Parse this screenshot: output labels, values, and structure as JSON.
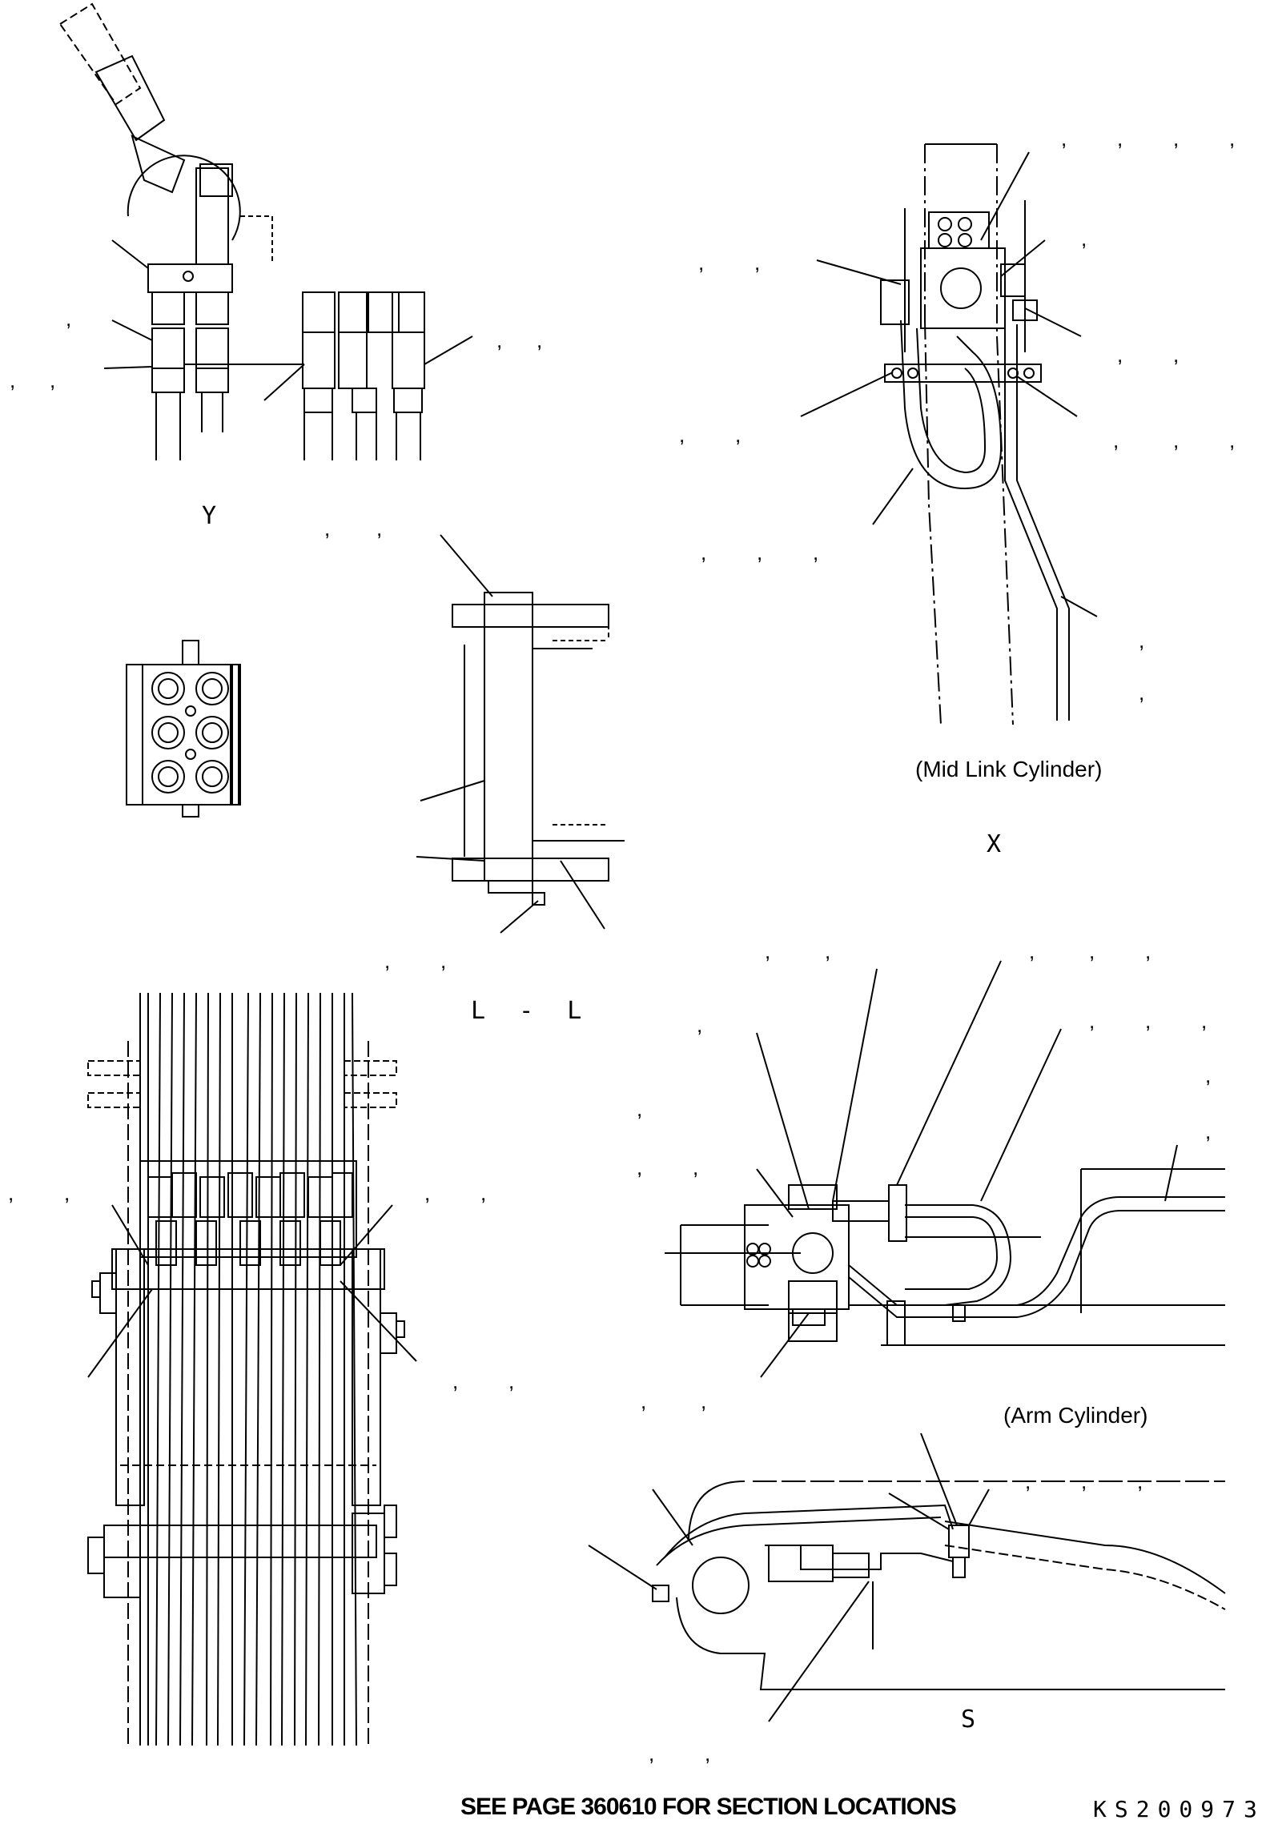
{
  "views": {
    "y_label": "Y",
    "x_label": "X",
    "ll_label": "L - L",
    "s_label": "S"
  },
  "captions": {
    "mid_link": "(Mid Link Cylinder)",
    "arm": "(Arm Cylinder)"
  },
  "footer": {
    "note": "SEE PAGE 360610 FOR SECTION LOCATIONS",
    "code": "KS200973"
  },
  "callout_separator": ","
}
